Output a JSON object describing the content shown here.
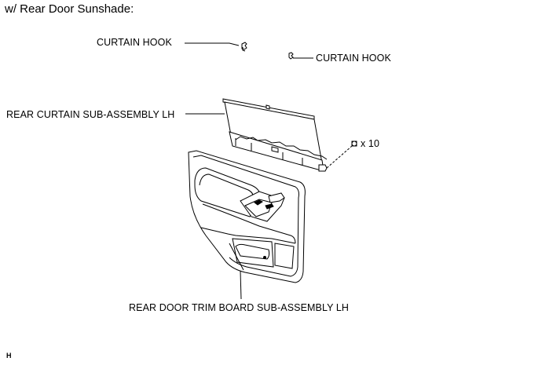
{
  "heading": "w/ Rear Door Sunshade:",
  "labels": {
    "curtain_hook_left": "CURTAIN HOOK",
    "curtain_hook_right": "CURTAIN HOOK",
    "rear_curtain": "REAR CURTAIN SUB-ASSEMBLY LH",
    "clip_qty": "x 10",
    "door_trim": "REAR DOOR TRIM BOARD SUB-ASSEMBLY LH"
  },
  "corner_tag": "H"
}
